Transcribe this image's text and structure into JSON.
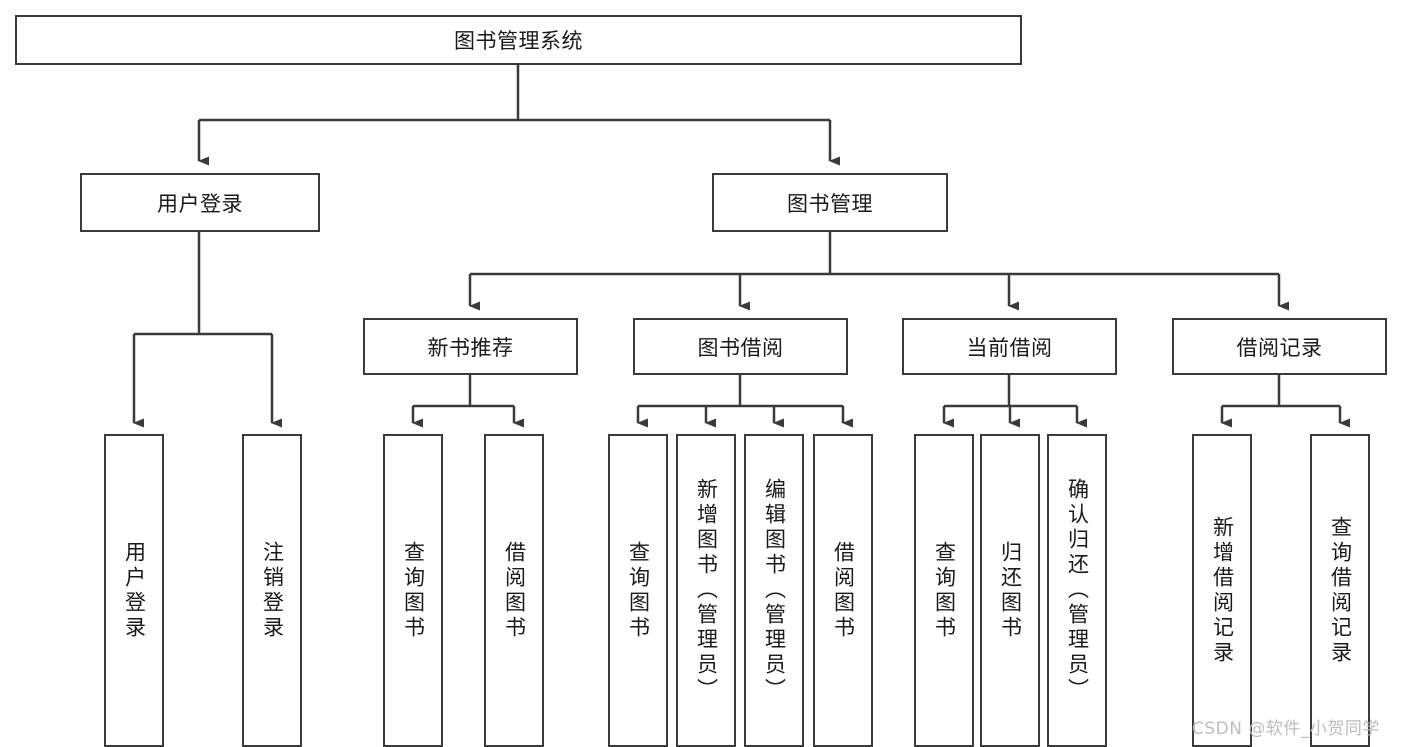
{
  "diagram": {
    "type": "tree-hierarchy",
    "title": "图书管理系统",
    "watermark": "CSDN @软件_小贺同学",
    "colors": {
      "stroke": "#3a3a3a",
      "fill": "#ffffff",
      "text": "#1a1a1a",
      "watermark": "#bdbdbd"
    },
    "root": {
      "label": "图书管理系统"
    },
    "level2": [
      {
        "label": "用户登录"
      },
      {
        "label": "图书管理"
      }
    ],
    "level3": [
      {
        "label": "新书推荐"
      },
      {
        "label": "图书借阅"
      },
      {
        "label": "当前借阅"
      },
      {
        "label": "借阅记录"
      }
    ],
    "leaves": {
      "user_login": [
        {
          "label": "用户登录"
        },
        {
          "label": "注销登录"
        }
      ],
      "new_book_recommend": [
        {
          "label": "查询图书"
        },
        {
          "label": "借阅图书"
        }
      ],
      "book_borrow": [
        {
          "label": "查询图书"
        },
        {
          "label": "新增图书（管理员）"
        },
        {
          "label": "编辑图书（管理员）"
        },
        {
          "label": "借阅图书"
        }
      ],
      "current_borrow": [
        {
          "label": "查询图书"
        },
        {
          "label": "归还图书"
        },
        {
          "label": "确认归还（管理员）"
        }
      ],
      "borrow_record": [
        {
          "label": "新增借阅记录"
        },
        {
          "label": "查询借阅记录"
        }
      ]
    }
  }
}
